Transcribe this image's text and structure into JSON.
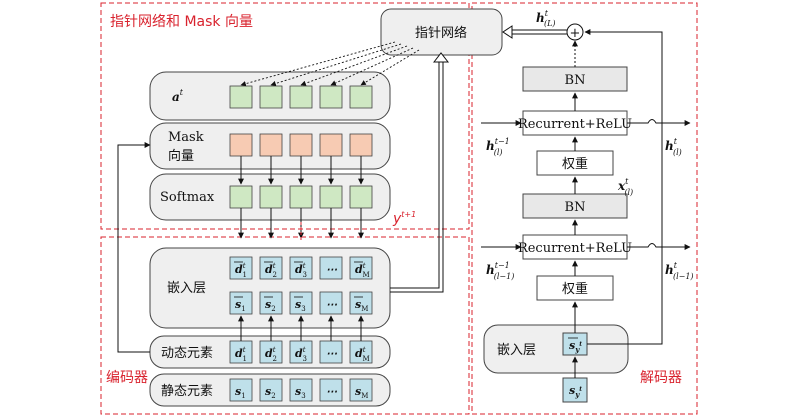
{
  "regions": {
    "pointer_mask": "指针网络和 Mask 向量",
    "encoder": "编码器",
    "decoder": "解码器"
  },
  "pointer_network": "指针网络",
  "encoder_rows": {
    "attention": "a",
    "attention_sup": "t",
    "mask": "Mask",
    "mask_line2": "向量",
    "softmax": "Softmax",
    "embedding": "嵌入层",
    "dynamic": "动态元素",
    "static": "静态元素"
  },
  "cells": {
    "d_labels": [
      "d",
      "d",
      "d",
      "⋯",
      "d"
    ],
    "d_subs": [
      "1",
      "2",
      "3",
      "",
      "M"
    ],
    "d_sups": [
      "t",
      "t",
      "t",
      "",
      "t"
    ],
    "s_subs": [
      "1",
      "2",
      "3",
      "",
      "M"
    ]
  },
  "y_label": "y",
  "y_sup": "t+1",
  "decoder": {
    "bn": "BN",
    "recurrent": "Recurrent+ReLU",
    "weight": "权重",
    "embedding": "嵌入层",
    "plus": "+",
    "h_top": "h",
    "h_top_sup": "t",
    "h_top_sub": "(L)",
    "h_mid_left": "h",
    "h_mid_left_sup": "t−1",
    "h_mid_left_sub": "(l)",
    "h_mid_right": "h",
    "h_mid_right_sup": "t",
    "h_mid_right_sub": "(l)",
    "x_label": "x",
    "x_sup": "t",
    "x_sub": "(l)",
    "h_low_left": "h",
    "h_low_left_sup": "t−1",
    "h_low_left_sub": "(l−1)",
    "h_low_right": "h",
    "h_low_right_sup": "t",
    "h_low_right_sub": "(l−1)",
    "s_label": "s",
    "s_sub": "y",
    "s_subsup": "t"
  },
  "colors": {
    "red": "#d9232e",
    "green": "#cfe8c3",
    "salmon": "#f7cbb3",
    "blue": "#bfe0ea",
    "gray": "#e8e8e8"
  }
}
